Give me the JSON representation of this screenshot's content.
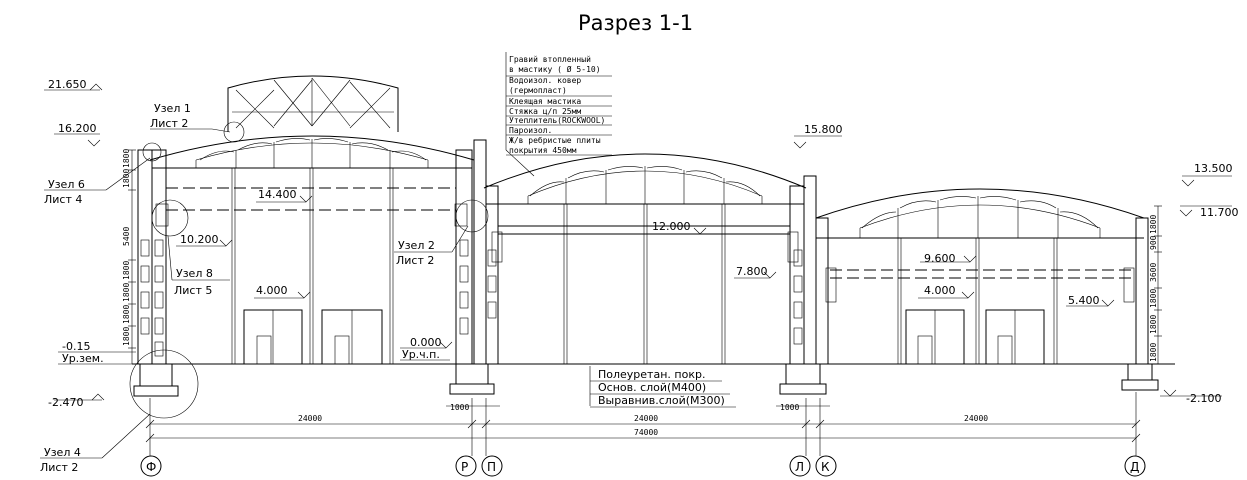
{
  "title": "Разрез  1-1",
  "left_levels": [
    "21.650",
    "16.200",
    "-0.15",
    "Ур.зем.",
    "-2.470"
  ],
  "right_levels": [
    "13.500",
    "11.700",
    "-2.100"
  ],
  "mid_level": "15.800",
  "inner_levels": [
    "14.400",
    "10.200",
    "4.000",
    "0.000",
    "Ур.ч.п.",
    "12.000",
    "7.800",
    "9.600",
    "4.000",
    "5.400"
  ],
  "callouts": [
    [
      "Узел 1",
      "Лист 2"
    ],
    [
      "Узел 6",
      "Лист 4"
    ],
    [
      "Узел 8",
      "Лист 5"
    ],
    [
      "Узел 2",
      "Лист 2"
    ],
    [
      "Узел 4",
      "Лист 2"
    ]
  ],
  "roof_layers": [
    "Гравий втопленный",
    "в мастику ( Ø 5-10)",
    "Водоизол. ковер",
    "(гермопласт)",
    "Клеящая мастика",
    "Стяжка ц/п  25мм",
    "Утеплитель(ROCKWOOL)",
    "Пароизол.",
    "Ж/в ребристые плиты",
    "покрытия 450мм"
  ],
  "floor_layers": [
    "Полеуретан. покр.",
    "Основ. слой(М400)",
    "Выравнив.слой(М300)"
  ],
  "spans": [
    "24000",
    "24000",
    "24000"
  ],
  "total": "74000",
  "small_dims": [
    "1000",
    "1000"
  ],
  "vertical_dims_left": [
    "1800",
    "1800",
    "5400",
    "1800",
    "1800",
    "1800",
    "1800"
  ],
  "vertical_dims_right": [
    "1800",
    "900",
    "3600",
    "1800",
    "1800",
    "1800"
  ],
  "axes": [
    "Ф",
    "Р",
    "П",
    "Л",
    "К",
    "Д"
  ]
}
